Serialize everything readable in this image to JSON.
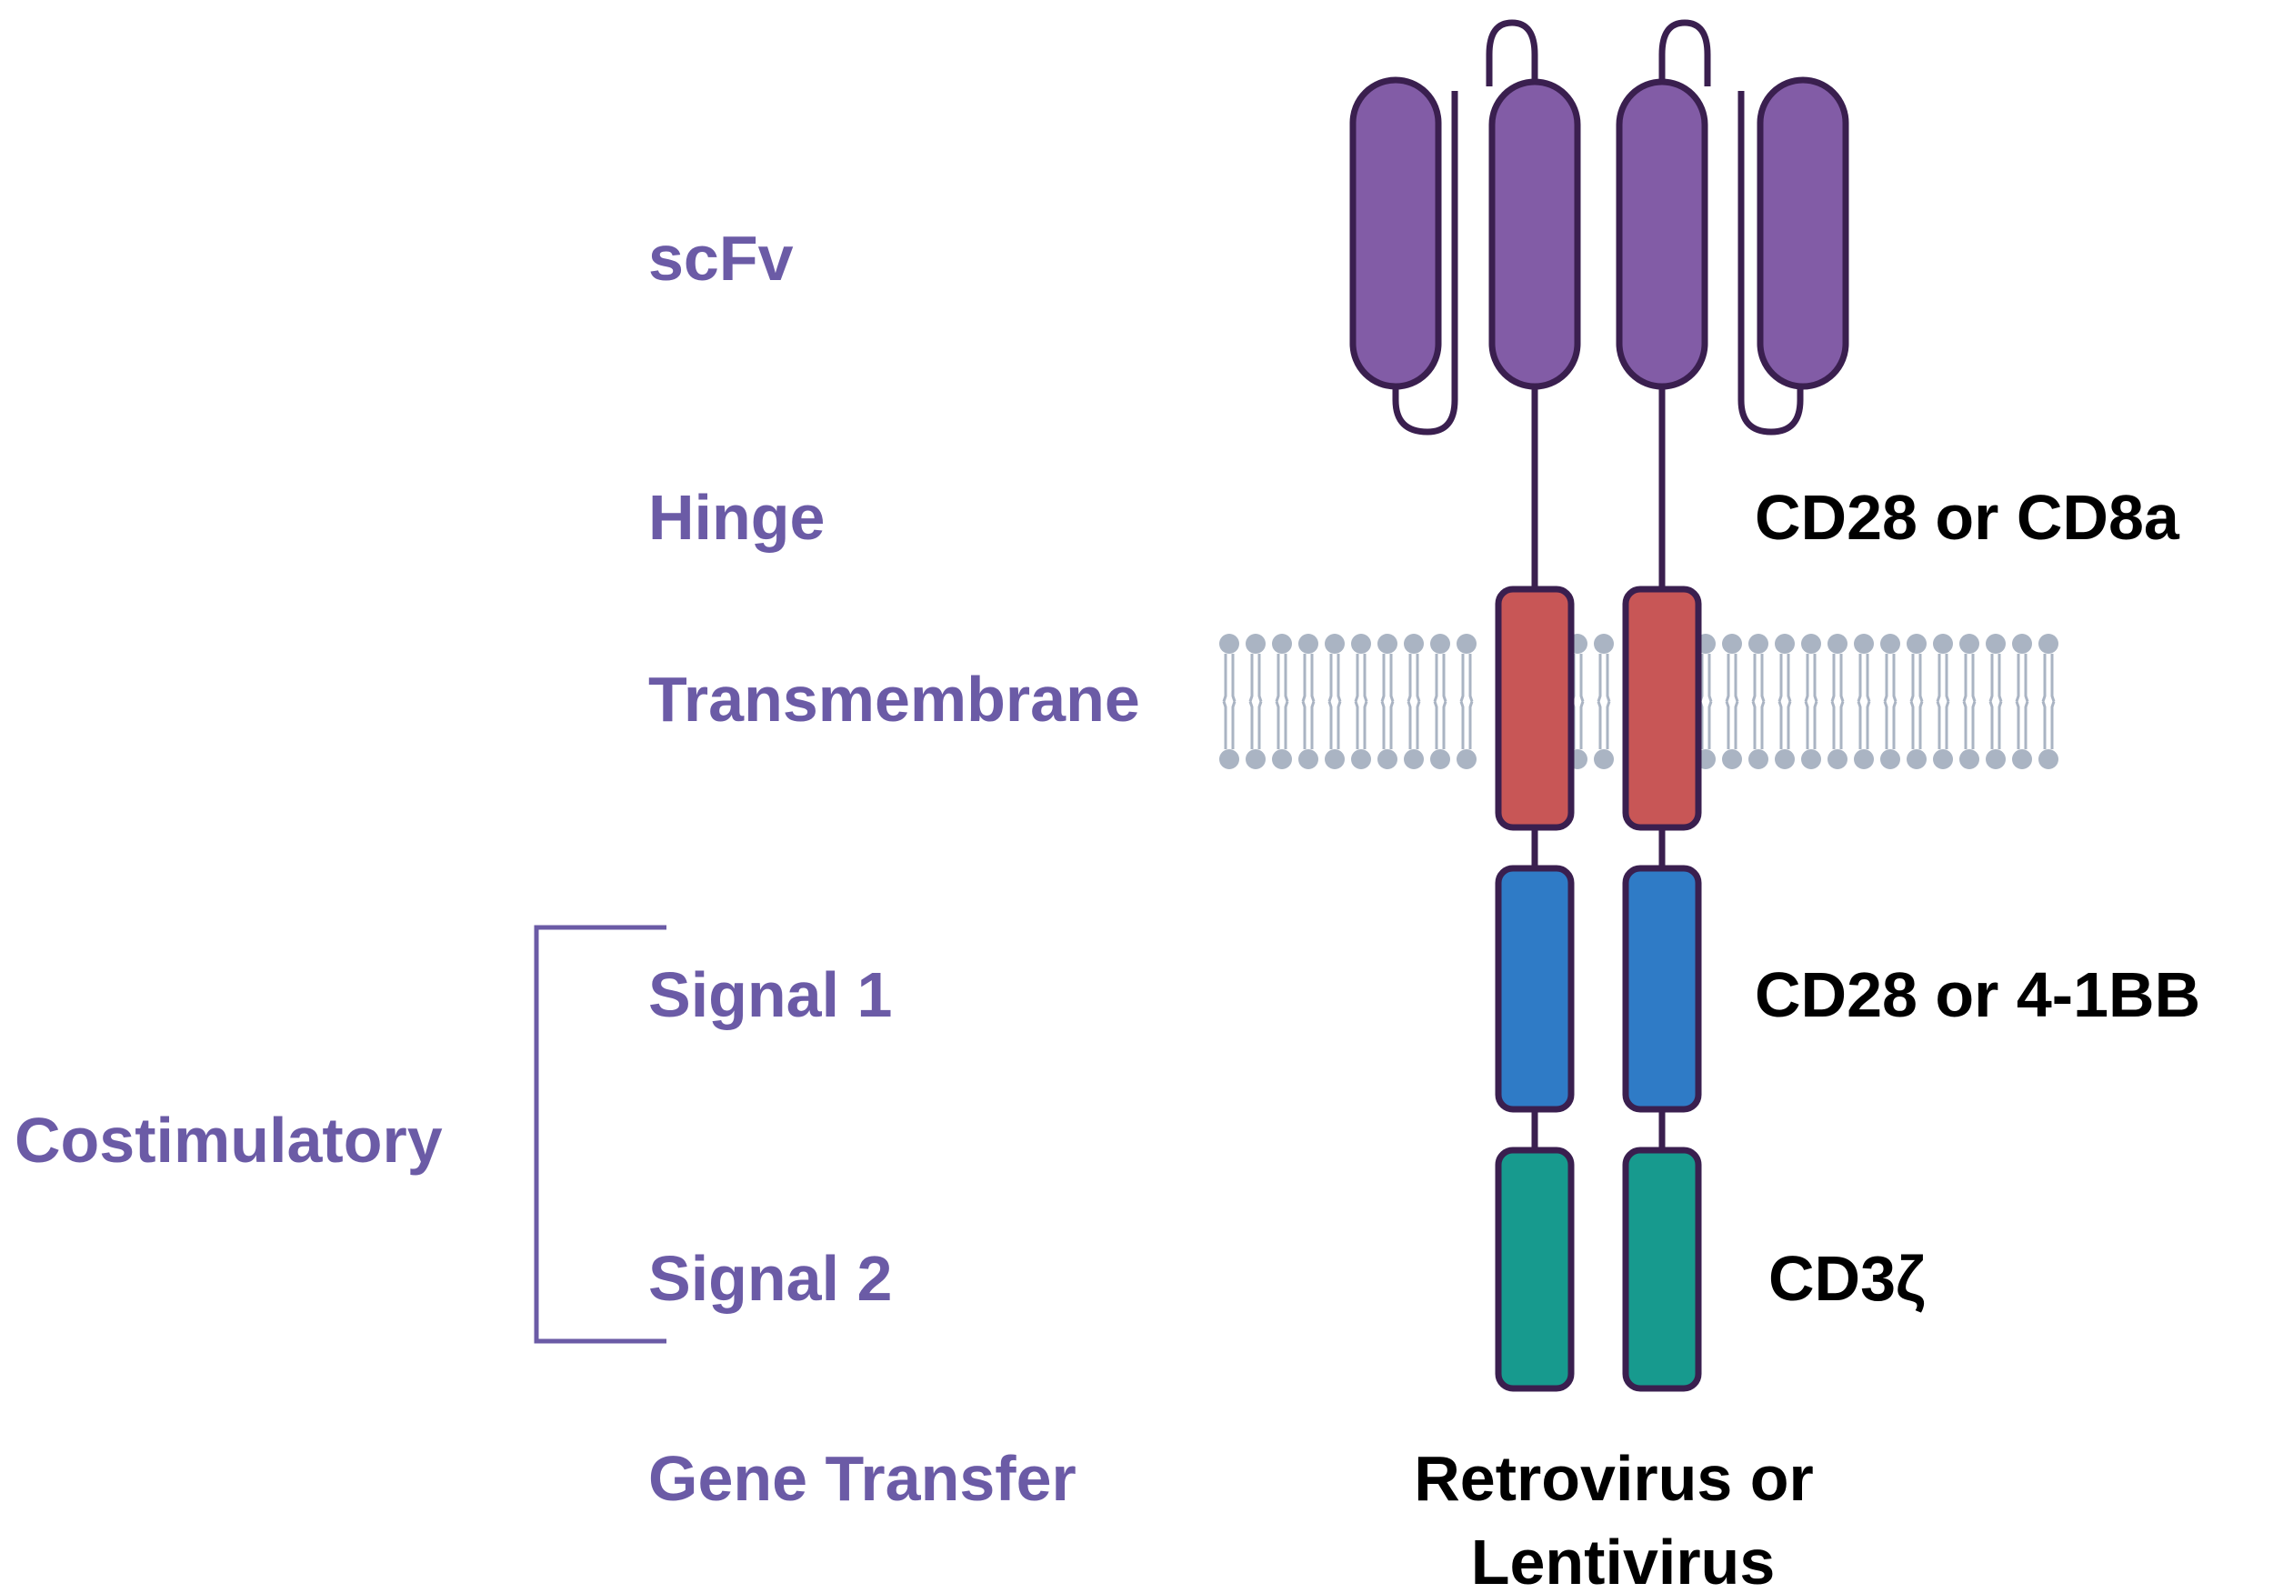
{
  "labels": {
    "scfv": "scFv",
    "hinge": "Hinge",
    "transmembrane": "Transmembrane",
    "signal1": "Signal 1",
    "costimulatory": "Costimulatory",
    "signal2": "Signal 2",
    "gene_transfer": "Gene Transfer"
  },
  "values": {
    "hinge": "CD28 or CD8a",
    "signal1": "CD28 or 4-1BB",
    "signal2": "CD3ζ",
    "gene_transfer_line1": "Retrovirus or",
    "gene_transfer_line2": "Lentivirus"
  },
  "colors": {
    "label_purple": "#6b5ba6",
    "scfv_fill": "#825ca6",
    "outline": "#3a1f4f",
    "transmembrane_fill": "#c85656",
    "signal1_fill": "#2f7bc6",
    "signal2_fill": "#179a8e",
    "membrane": "#aab4c3"
  }
}
